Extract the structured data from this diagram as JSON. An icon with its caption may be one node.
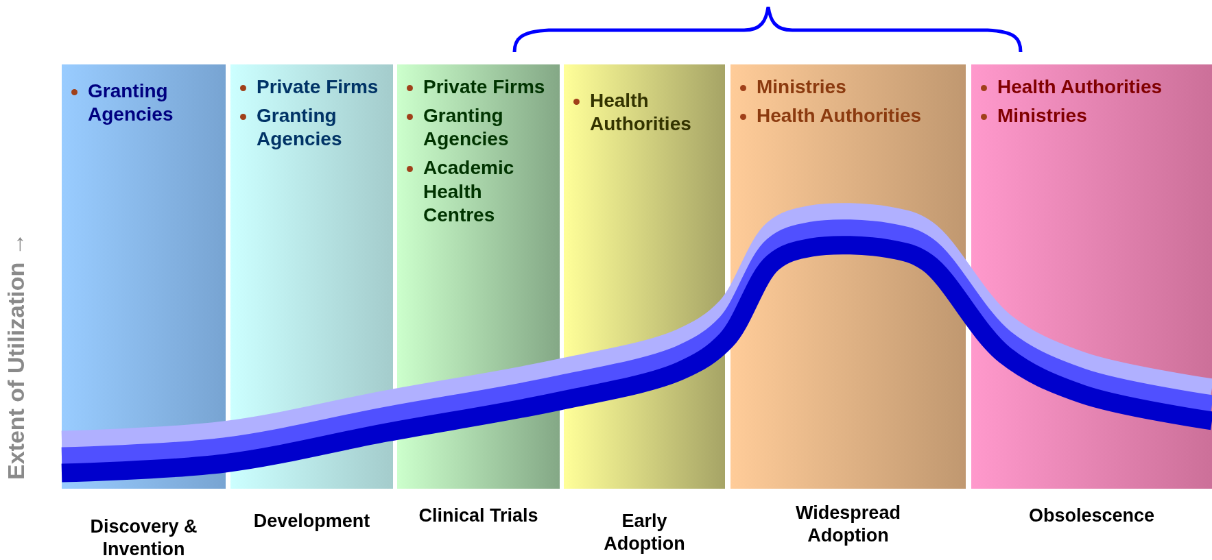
{
  "diagram": {
    "nodes": [
      {
        "text": [
          "Granting Agencies"
        ],
        "beside": [
          "Discovery & Invention"
        ]
      },
      {
        "text": [
          "Private Firms",
          "Granting Agencies"
        ],
        "beside": [
          "Development"
        ]
      },
      {
        "text": [
          "Private Firms",
          "Granting Agencies",
          "Academic Health Centres"
        ],
        "beside": [
          "Clinical Trials"
        ]
      },
      {
        "text": [
          "Health Authorities"
        ],
        "beside": [
          "Early Adoption"
        ]
      },
      {
        "text": [
          "Ministries",
          "Health Authorities"
        ],
        "beside": [
          "Widespread Adoption"
        ]
      },
      {
        "text": [
          "Health Authorities",
          "Ministries"
        ],
        "beside": [
          "Obsolescence"
        ]
      }
    ],
    "labels": [
      "Extent of Utilization →"
    ]
  }
}
